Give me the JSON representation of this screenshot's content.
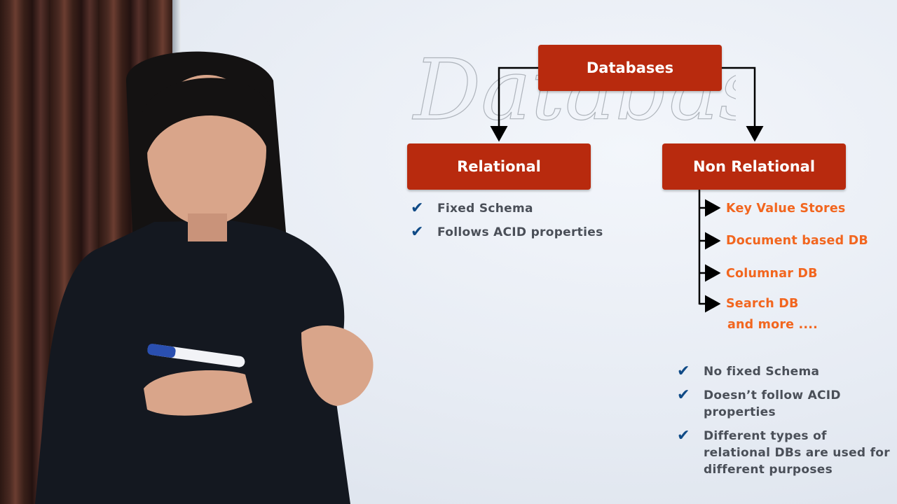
{
  "diagram": {
    "root": {
      "label": "Databases"
    },
    "relational": {
      "label": "Relational",
      "traits": [
        "Fixed Schema",
        "Follows ACID properties"
      ]
    },
    "non_relational": {
      "label": "Non Relational",
      "types": [
        "Key Value Stores",
        "Document based DB",
        "Columnar DB",
        "Search DB",
        "and more ...."
      ],
      "traits": [
        "No fixed Schema",
        "Doesn’t follow ACID properties",
        "Different types of relational DBs are used for different purposes"
      ]
    }
  },
  "whiteboard_script": "Databases",
  "colors": {
    "node_fill": "#b82a0e",
    "node_text": "#ffffff",
    "check": "#0f4a86",
    "trait_text": "#4a4f58",
    "type_text": "#f2661f",
    "connector": "#000000"
  },
  "icons": {
    "check": "checkmark-icon",
    "arrow": "arrow-right-icon"
  }
}
